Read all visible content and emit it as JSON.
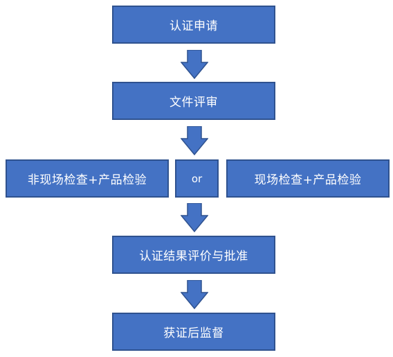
{
  "flow": {
    "step1": "认证申请",
    "step2": "文件评审",
    "option_a": "非现场检查+产品检验",
    "connector": "or",
    "option_b": "现场检查+产品检验",
    "step4": "认证结果评价与批准",
    "step5": "获证后监督"
  },
  "colors": {
    "box_fill": "#4472c4",
    "box_border": "#2f528f",
    "arrow_fill": "#4472c4",
    "text": "#ffffff"
  }
}
